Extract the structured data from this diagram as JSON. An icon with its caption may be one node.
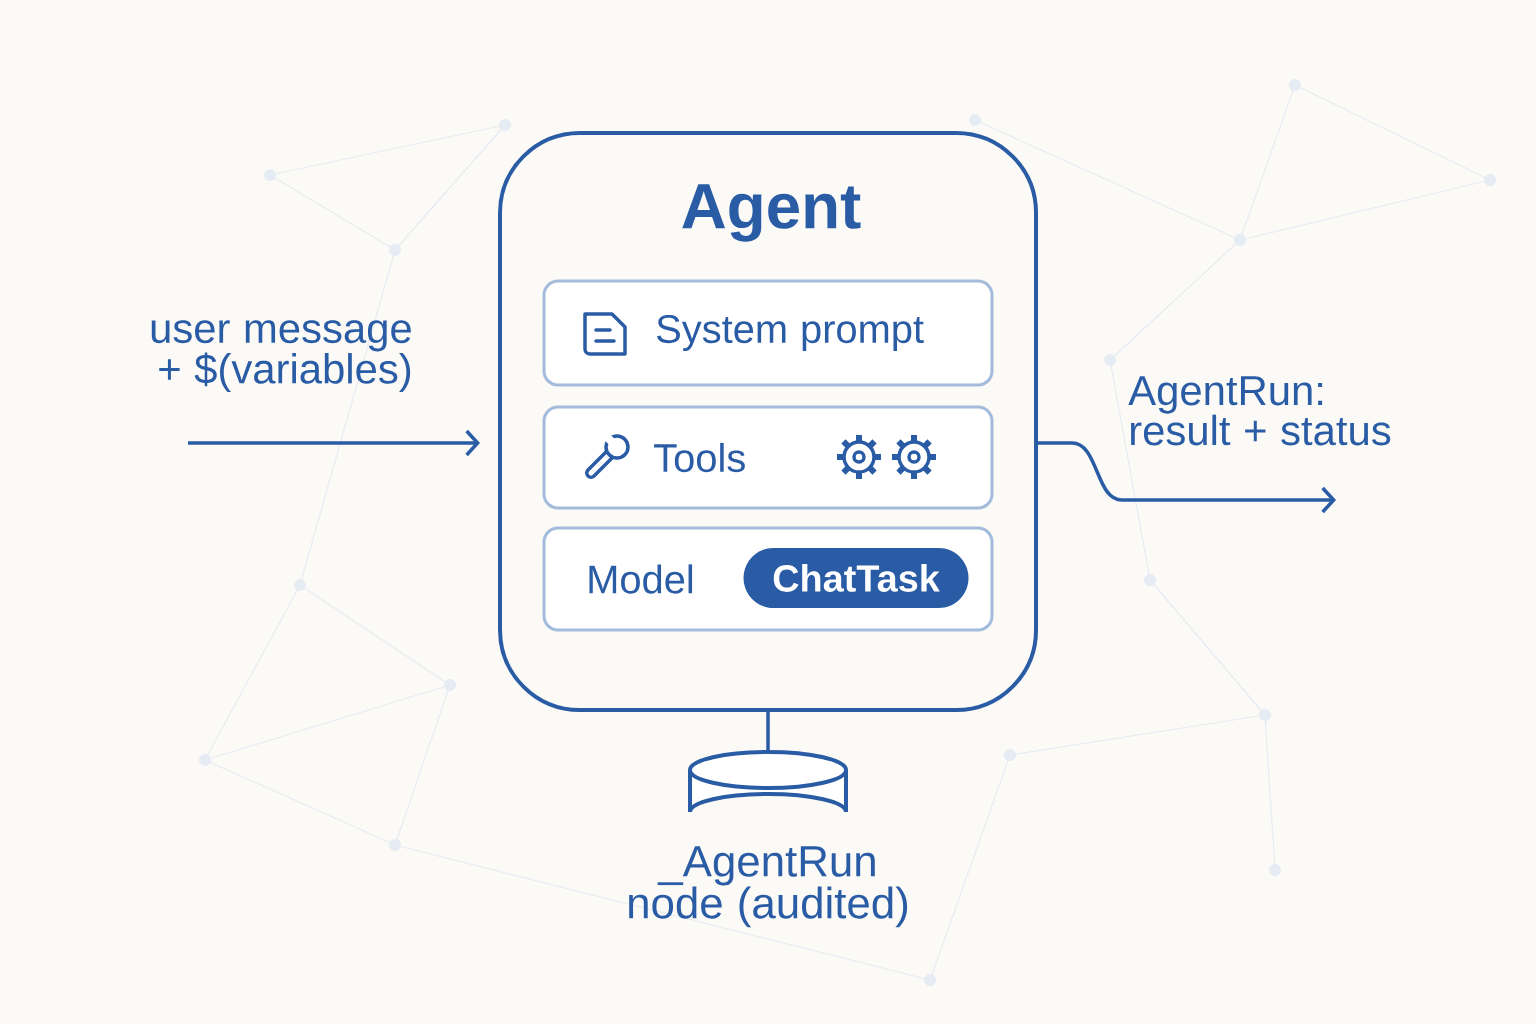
{
  "diagram": {
    "nodes": [
      {
        "text": [
          "Agent"
        ]
      },
      {
        "text": [
          "System prompt"
        ],
        "in": 0
      },
      {
        "text": [
          "Tools"
        ],
        "in": 0
      },
      {
        "text": [
          "Model"
        ],
        "in": 0
      },
      {
        "text": [
          "ChatTask"
        ],
        "in": 3
      },
      {
        "text": [
          "user message + $(variables)"
        ]
      },
      {
        "text": [
          "AgentRun: result + status"
        ]
      },
      {
        "text": [
          "_AgentRun node (audited)"
        ]
      }
    ],
    "edges": [
      {
        "from": 5,
        "to": 0,
        "arrow": "to"
      },
      {
        "from": 0,
        "to": 6,
        "arrow": "to"
      },
      {
        "from": 0,
        "to": 7,
        "arrow": "none"
      }
    ]
  }
}
